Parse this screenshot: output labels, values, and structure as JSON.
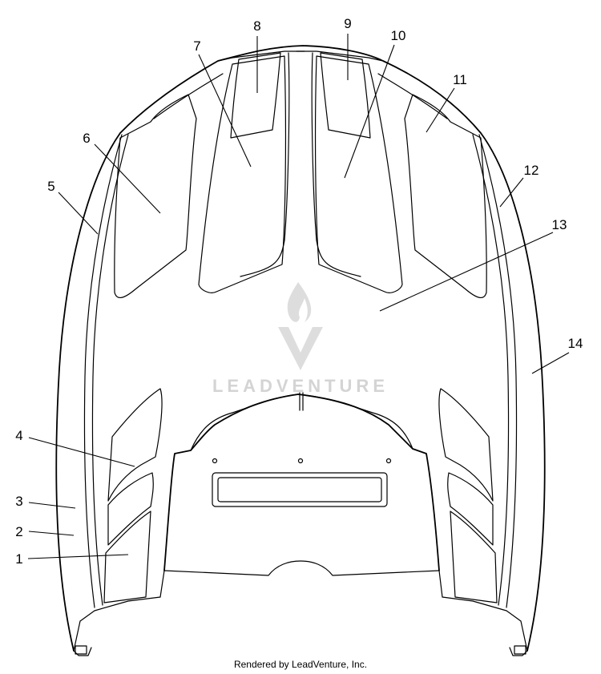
{
  "watermark": {
    "text": "LEADVENTURE"
  },
  "footer": {
    "text": "Rendered by LeadVenture, Inc."
  },
  "callouts": [
    {
      "label": "1"
    },
    {
      "label": "2"
    },
    {
      "label": "3"
    },
    {
      "label": "4"
    },
    {
      "label": "5"
    },
    {
      "label": "6"
    },
    {
      "label": "7"
    },
    {
      "label": "8"
    },
    {
      "label": "9"
    },
    {
      "label": "10"
    },
    {
      "label": "11"
    },
    {
      "label": "12"
    },
    {
      "label": "13"
    },
    {
      "label": "14"
    }
  ]
}
